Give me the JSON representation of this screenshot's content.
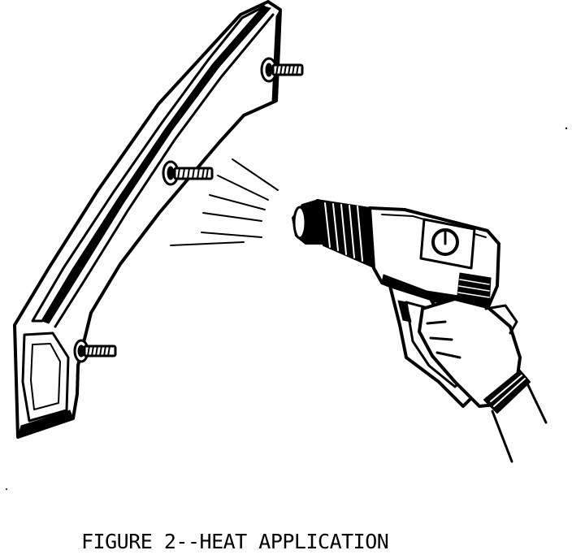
{
  "figure": {
    "caption": "FIGURE 2--HEAT APPLICATION",
    "ink_color": "#000000",
    "paper_color": "#ffffff",
    "parts": [
      "trim-panel",
      "mounting-stud",
      "heat-waves",
      "heat-gun",
      "hand"
    ]
  }
}
